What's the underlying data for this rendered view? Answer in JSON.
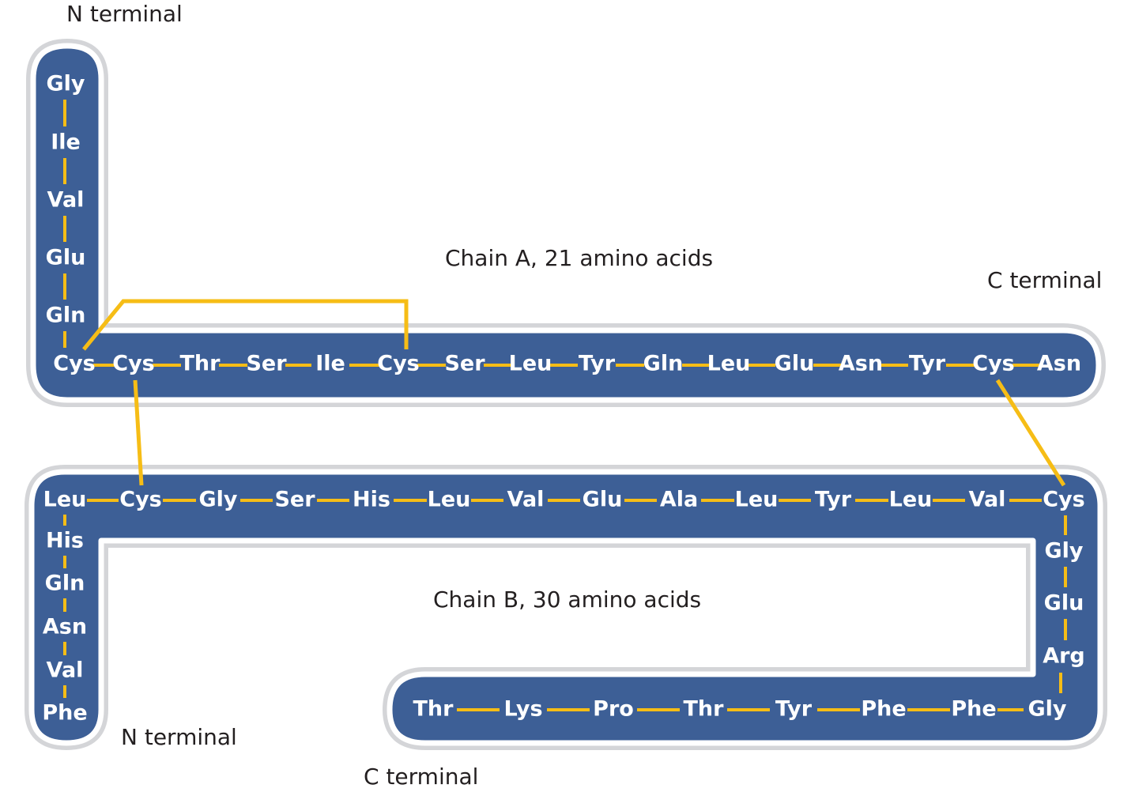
{
  "labels": {
    "n_terminal_a": "N terminal",
    "chain_a": "Chain A, 21 amino acids",
    "c_terminal_a": "C terminal",
    "chain_b": "Chain B, 30 amino acids",
    "n_terminal_b": "N terminal",
    "c_terminal_b": "C terminal"
  },
  "chain_a": {
    "vertical": [
      "Gly",
      "Ile",
      "Val",
      "Glu",
      "Gln"
    ],
    "horizontal": [
      "Cys",
      "Cys",
      "Thr",
      "Ser",
      "Ile",
      "Cys",
      "Ser",
      "Leu",
      "Tyr",
      "Gln",
      "Leu",
      "Glu",
      "Asn",
      "Tyr",
      "Cys",
      "Asn"
    ]
  },
  "chain_b": {
    "left_vertical_bottom_up": [
      "Phe",
      "Val",
      "Asn",
      "Gln",
      "His"
    ],
    "top": [
      "Leu",
      "Cys",
      "Gly",
      "Ser",
      "His",
      "Leu",
      "Val",
      "Glu",
      "Ala",
      "Leu",
      "Tyr",
      "Leu",
      "Val",
      "Cys"
    ],
    "right_vertical": [
      "Gly",
      "Glu",
      "Arg"
    ],
    "bottom_right_to_left": [
      "Gly",
      "Phe",
      "Phe",
      "Tyr",
      "Thr",
      "Pro",
      "Lys",
      "Thr"
    ]
  },
  "colors": {
    "band": "#3d5f96",
    "bond": "#f6bd16",
    "text": "#231f20"
  }
}
